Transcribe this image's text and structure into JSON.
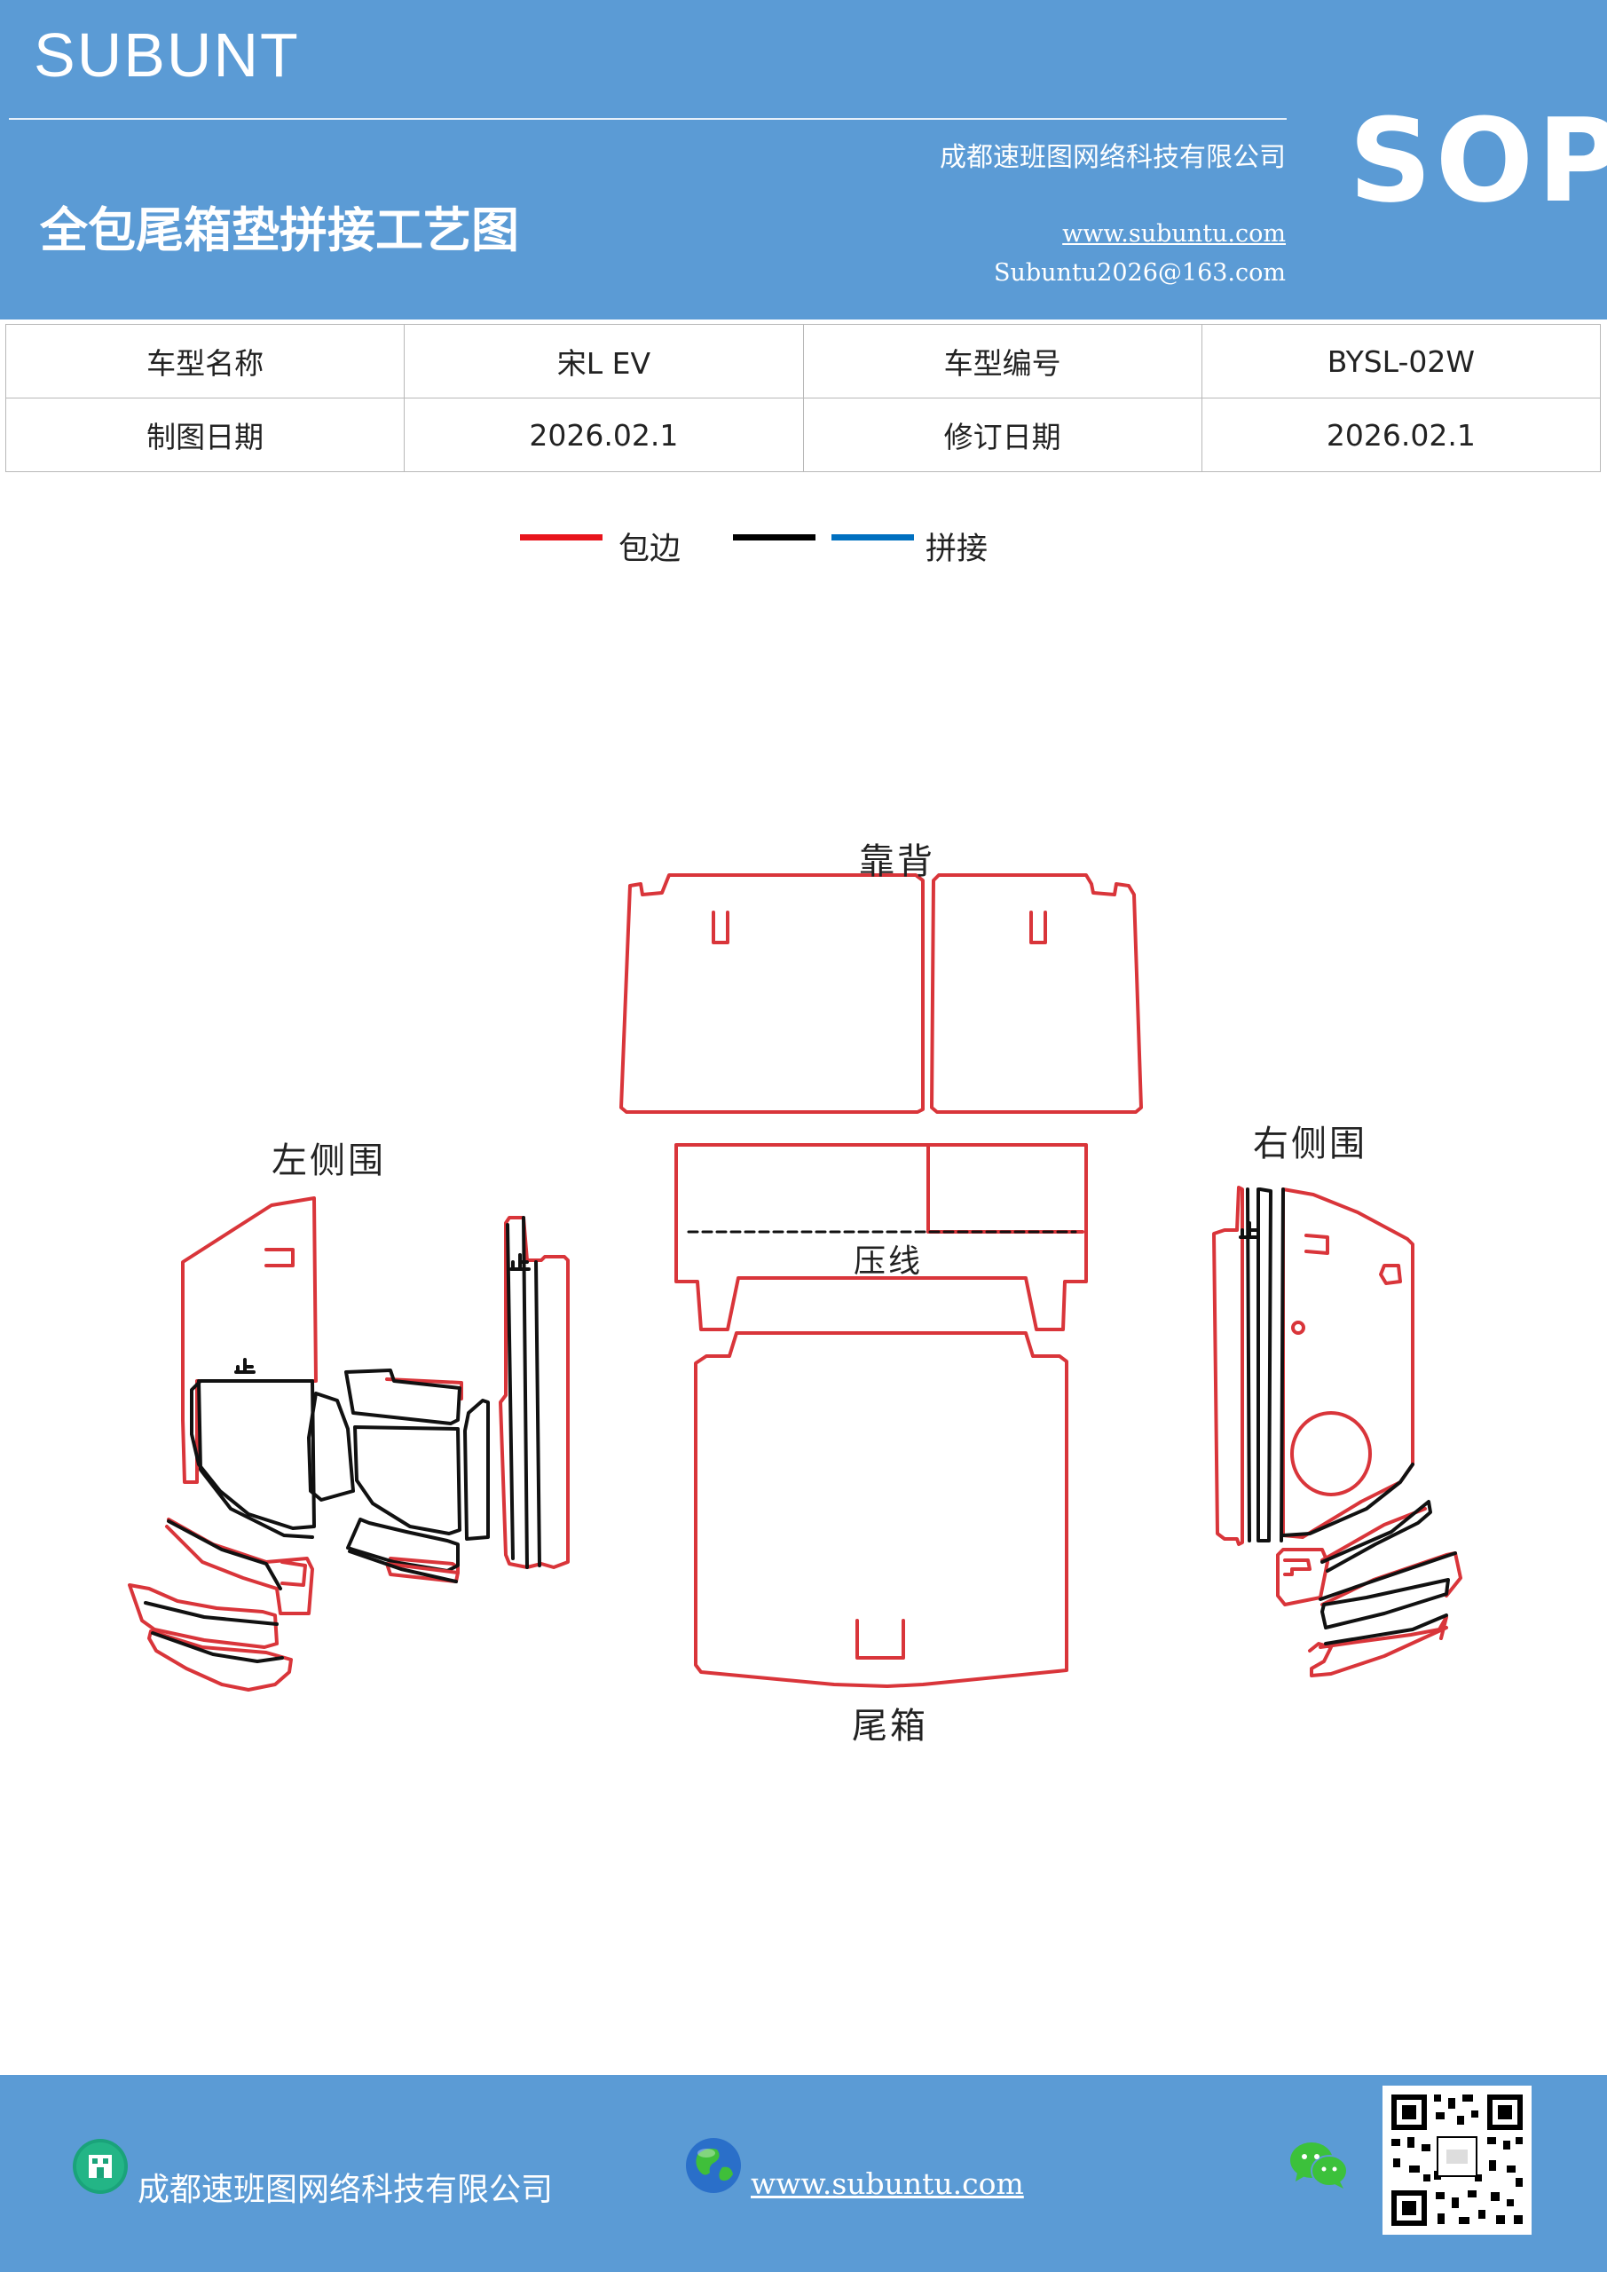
{
  "header": {
    "brand": "SUBUNT",
    "company": "成都速班图网络科技有限公司",
    "title": "全包尾箱垫拼接工艺图",
    "website": "www.subuntu.com",
    "email": "Subuntu2026@163.com",
    "badge": "SOP"
  },
  "info_table": {
    "rows": [
      [
        "车型名称",
        "宋L  EV",
        "车型编号",
        "BYSL-02W"
      ],
      [
        "制图日期",
        "2026.02.1",
        "修订日期",
        "2026.02.1"
      ]
    ]
  },
  "legend": {
    "items": [
      {
        "label": "包边",
        "color": "#e8141c"
      },
      {
        "label": "",
        "color": "#000000"
      },
      {
        "label": "拼接",
        "color": "#0070c0"
      }
    ]
  },
  "diagram": {
    "labels": {
      "backrest": "靠背",
      "left_side": "左侧围",
      "right_side": "右侧围",
      "crease": "压线",
      "trunk": "尾箱",
      "stop": "止"
    },
    "edge_color": "#d9353a",
    "seam_color": "#111111"
  },
  "footer": {
    "company": "成都速班图网络科技有限公司",
    "website": "www.subuntu.com"
  }
}
